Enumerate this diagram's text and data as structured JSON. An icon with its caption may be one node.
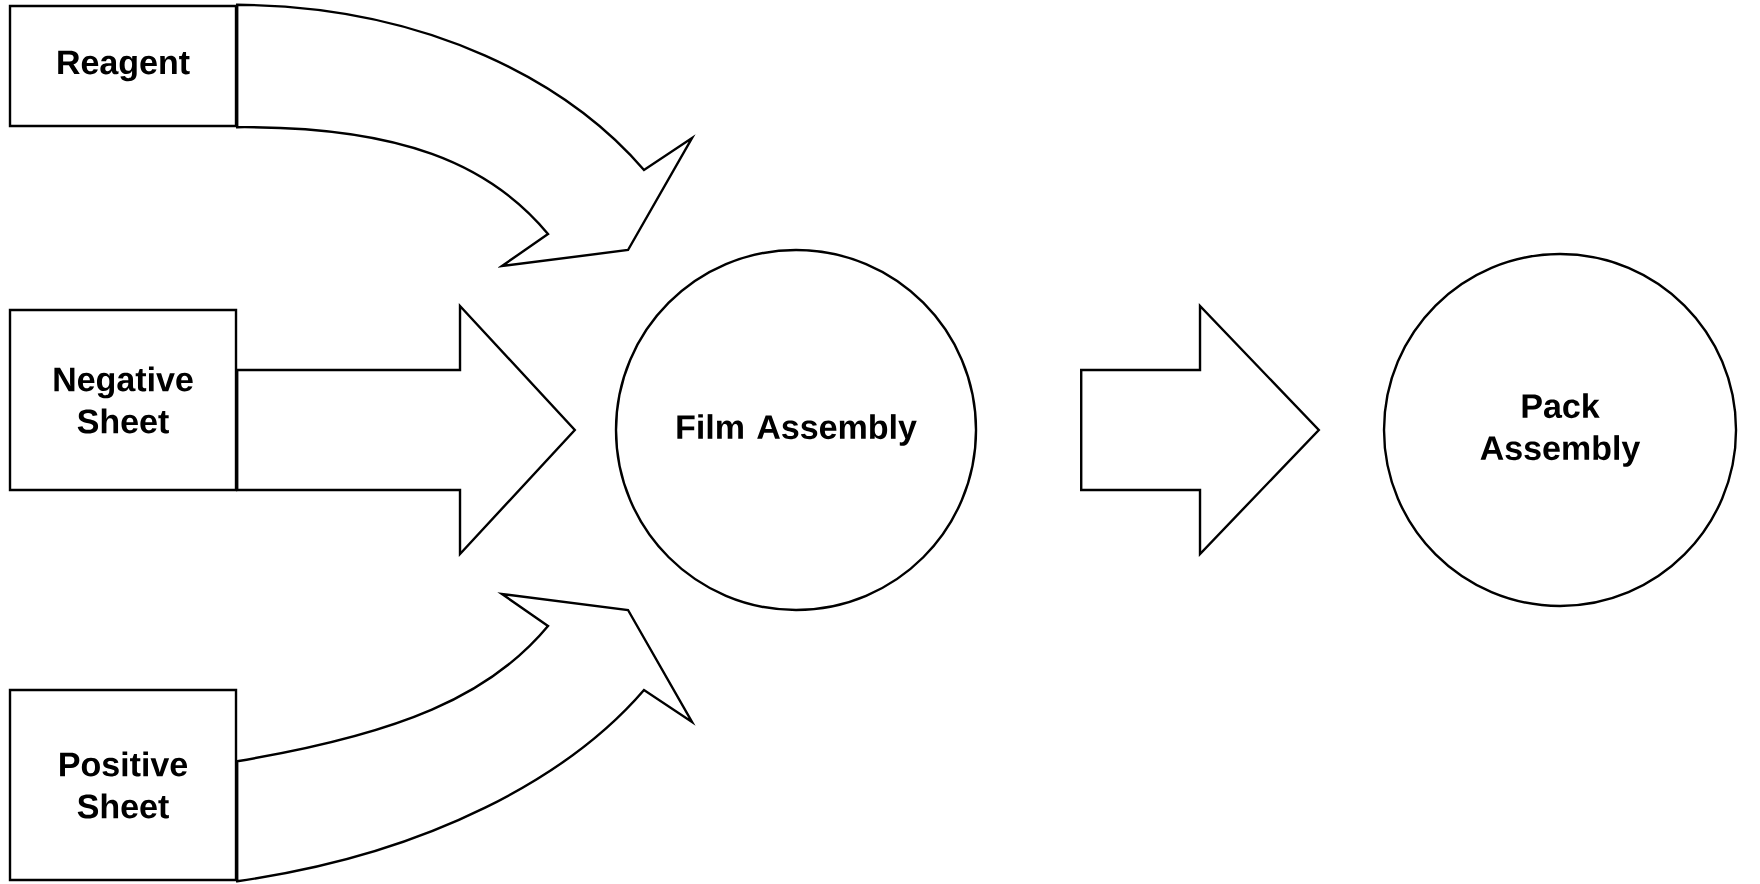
{
  "diagram": {
    "nodes": [
      {
        "text": [
          "Reagent"
        ]
      },
      {
        "text": [
          "Negative Sheet"
        ]
      },
      {
        "text": [
          "Positive Sheet"
        ]
      },
      {
        "text": [
          "Film Assembly"
        ]
      },
      {
        "text": [
          "Pack Assembly"
        ]
      }
    ],
    "edges": [
      {
        "from": 0,
        "to": 3,
        "arrow": "to"
      },
      {
        "from": 1,
        "to": 3,
        "arrow": "to"
      },
      {
        "from": 2,
        "to": 3,
        "arrow": "to"
      },
      {
        "from": 3,
        "to": 4,
        "arrow": "to"
      }
    ]
  }
}
